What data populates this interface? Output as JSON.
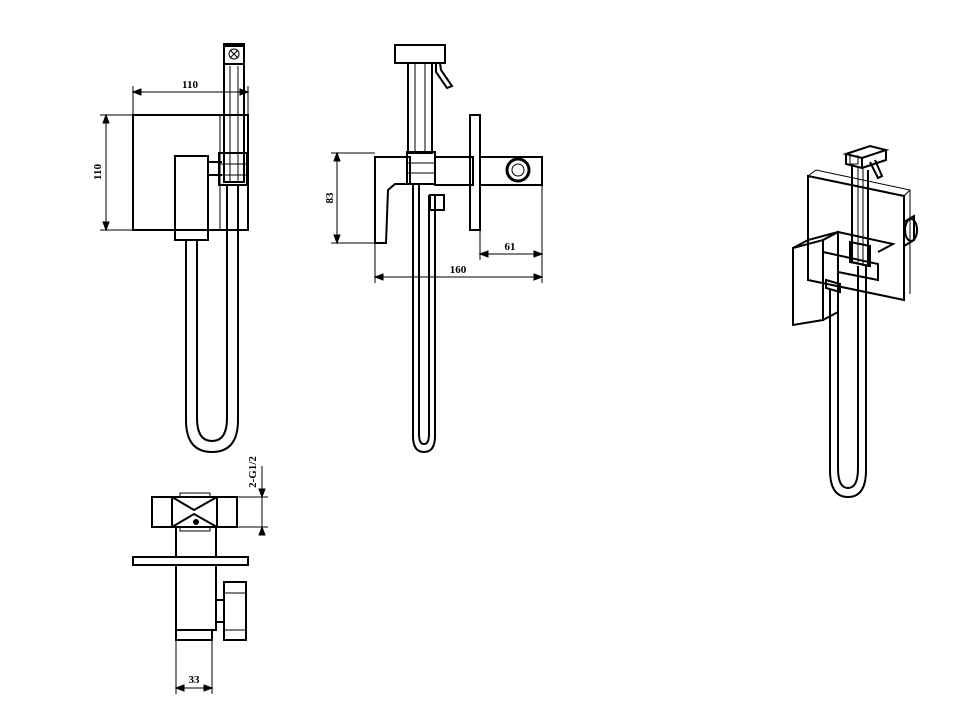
{
  "dimensions": {
    "side_width": "110",
    "side_height": "110",
    "front_height": "83",
    "front_offset": "61",
    "front_length": "160",
    "thread": "2-G1/2",
    "bottom_width": "33"
  },
  "colors": {
    "line": "#000000",
    "background": "#ffffff"
  }
}
